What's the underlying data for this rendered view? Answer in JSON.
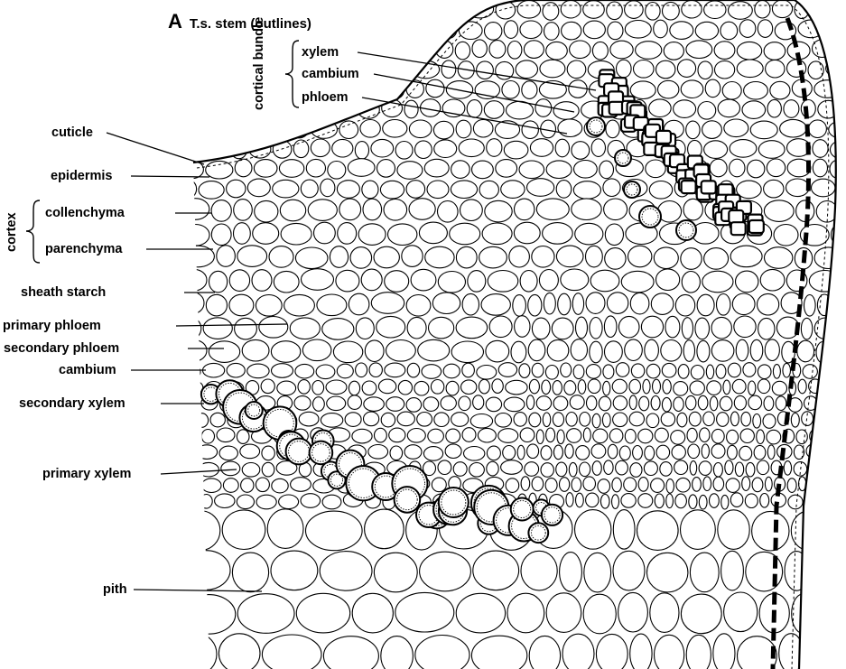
{
  "figure": {
    "letter": "A",
    "title": "T.s. stem (outlines)"
  },
  "cortical_bundle": {
    "group_label": "cortical bundle",
    "items": [
      "xylem",
      "cambium",
      "phloem"
    ]
  },
  "cortex": {
    "group_label": "cortex",
    "items": [
      "collenchyma",
      "parenchyma"
    ]
  },
  "labels": {
    "cuticle": "cuticle",
    "epidermis": "epidermis",
    "sheath_starch": "sheath starch",
    "primary_phloem": "primary phloem",
    "secondary_phloem": "secondary phloem",
    "cambium": "cambium",
    "secondary_xylem": "secondary xylem",
    "primary_xylem": "primary xylem",
    "pith": "pith"
  },
  "colors": {
    "ink": "#000000",
    "paper": "#ffffff"
  }
}
